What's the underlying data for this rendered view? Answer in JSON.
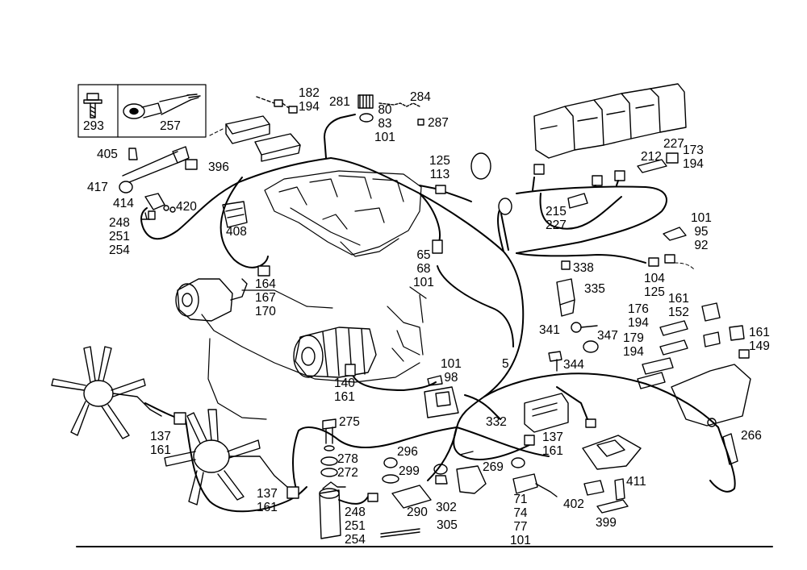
{
  "diagram": {
    "callouts": [
      {
        "id": "c293",
        "lines": [
          "293"
        ]
      },
      {
        "id": "c257",
        "lines": [
          "257"
        ]
      },
      {
        "id": "c182",
        "lines": [
          "182",
          "194"
        ]
      },
      {
        "id": "c281",
        "lines": [
          "281"
        ]
      },
      {
        "id": "c80",
        "lines": [
          "80",
          "83",
          "101"
        ]
      },
      {
        "id": "c284",
        "lines": [
          "284"
        ]
      },
      {
        "id": "c287",
        "lines": [
          "287"
        ]
      },
      {
        "id": "c405",
        "lines": [
          "405"
        ]
      },
      {
        "id": "c396",
        "lines": [
          "396"
        ]
      },
      {
        "id": "c417",
        "lines": [
          "417"
        ]
      },
      {
        "id": "c414",
        "lines": [
          "414"
        ]
      },
      {
        "id": "c420",
        "lines": [
          "420"
        ]
      },
      {
        "id": "c248a",
        "lines": [
          "248",
          "251",
          "254"
        ]
      },
      {
        "id": "c408",
        "lines": [
          "408"
        ]
      },
      {
        "id": "c125a",
        "lines": [
          "125",
          "113"
        ]
      },
      {
        "id": "c227a",
        "lines": [
          "227"
        ]
      },
      {
        "id": "c212",
        "lines": [
          "212"
        ]
      },
      {
        "id": "c173",
        "lines": [
          "173",
          "194"
        ]
      },
      {
        "id": "c215",
        "lines": [
          "215",
          "227"
        ]
      },
      {
        "id": "c101a",
        "lines": [
          "101",
          "95",
          "92"
        ]
      },
      {
        "id": "c65",
        "lines": [
          "65",
          "68",
          "101"
        ]
      },
      {
        "id": "c164",
        "lines": [
          "164",
          "167",
          "170"
        ]
      },
      {
        "id": "c338",
        "lines": [
          "338"
        ]
      },
      {
        "id": "c335",
        "lines": [
          "335"
        ]
      },
      {
        "id": "c104",
        "lines": [
          "104",
          "125"
        ]
      },
      {
        "id": "c176",
        "lines": [
          "176",
          "194"
        ]
      },
      {
        "id": "c161a",
        "lines": [
          "161",
          "152"
        ]
      },
      {
        "id": "c341",
        "lines": [
          "341"
        ]
      },
      {
        "id": "c347",
        "lines": [
          "347"
        ]
      },
      {
        "id": "c179",
        "lines": [
          "179",
          "194"
        ]
      },
      {
        "id": "c161b",
        "lines": [
          "161",
          "149"
        ]
      },
      {
        "id": "c344",
        "lines": [
          "344"
        ]
      },
      {
        "id": "c5",
        "lines": [
          "5"
        ]
      },
      {
        "id": "c101b",
        "lines": [
          "101",
          "98"
        ]
      },
      {
        "id": "c140",
        "lines": [
          "140",
          "161"
        ]
      },
      {
        "id": "c275",
        "lines": [
          "275"
        ]
      },
      {
        "id": "c332",
        "lines": [
          "332"
        ]
      },
      {
        "id": "c137a",
        "lines": [
          "137",
          "161"
        ]
      },
      {
        "id": "c266",
        "lines": [
          "266"
        ]
      },
      {
        "id": "c137b",
        "lines": [
          "137",
          "161"
        ]
      },
      {
        "id": "c278",
        "lines": [
          "278",
          "272"
        ]
      },
      {
        "id": "c296",
        "lines": [
          "296"
        ]
      },
      {
        "id": "c299",
        "lines": [
          "299"
        ]
      },
      {
        "id": "c269",
        "lines": [
          "269"
        ]
      },
      {
        "id": "c411",
        "lines": [
          "411"
        ]
      },
      {
        "id": "c137c",
        "lines": [
          "137",
          "161"
        ]
      },
      {
        "id": "c71",
        "lines": [
          "71",
          "74",
          "77",
          "101"
        ]
      },
      {
        "id": "c402",
        "lines": [
          "402"
        ]
      },
      {
        "id": "c302",
        "lines": [
          "302"
        ]
      },
      {
        "id": "c290",
        "lines": [
          "290"
        ]
      },
      {
        "id": "c248b",
        "lines": [
          "248",
          "251",
          "254"
        ]
      },
      {
        "id": "c305",
        "lines": [
          "305"
        ]
      },
      {
        "id": "c399",
        "lines": [
          "399"
        ]
      }
    ]
  }
}
